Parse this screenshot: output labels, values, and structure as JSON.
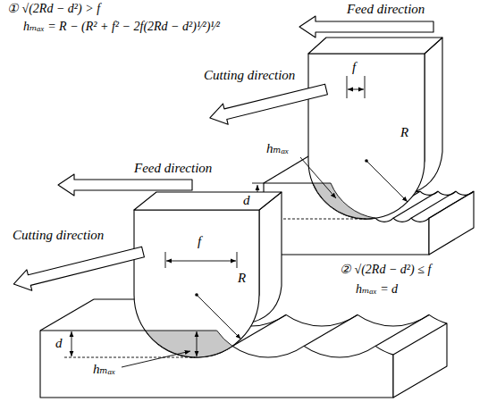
{
  "diagram": {
    "labels": [
      "① √(2Rd − d²) > f",
      "hₘₐₓ = R − (R² + f² − 2f(2Rd − d²)¹⁄²)¹⁄²",
      "Feed direction",
      "Cutting direction",
      "f",
      "R",
      "hₘₐₓ",
      "d",
      "Feed direction",
      "Cutting direction",
      "f",
      "R",
      "② √(2Rd − d²) ≤ f",
      "hₘₐₓ = d",
      "d",
      "hₘₐₓ"
    ]
  }
}
